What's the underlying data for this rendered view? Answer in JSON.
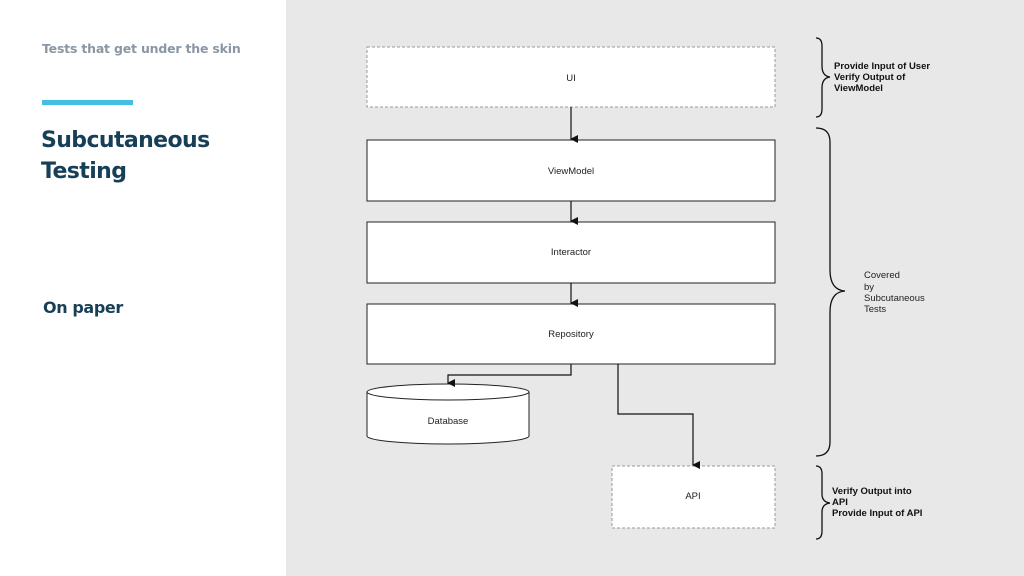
{
  "slide": {
    "kicker": "Tests that get under the skin",
    "title": "Subcutaneous Testing",
    "subtitle": "On paper",
    "accent_color": "#46bde3",
    "title_color": "#173f57",
    "panel_color": "#e8e8e8"
  },
  "diagram": {
    "nodes": {
      "ui": "UI",
      "viewmodel": "ViewModel",
      "interactor": "Interactor",
      "repository": "Repository",
      "database": "Database",
      "api": "API"
    },
    "annotations": {
      "top": [
        "Provide Input of User",
        "Verify Output of",
        "ViewModel"
      ],
      "middle": [
        "Covered",
        "by",
        "Subcutaneous",
        "Tests"
      ],
      "bottom": [
        "Verify Output into",
        "API",
        "Provide Input of API"
      ]
    }
  }
}
